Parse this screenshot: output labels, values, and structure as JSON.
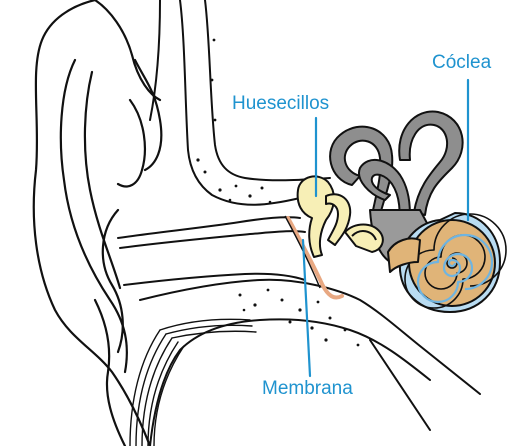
{
  "labels": {
    "cochlea": "Cóclea",
    "ossicles": "Huesecillos",
    "membrane": "Membrana"
  },
  "colors": {
    "label": "#1f93cf",
    "leader_line": "#1f93cf",
    "outline": "#111111",
    "canals": "#8e8e8e",
    "cochlea_fill": "#e0b478",
    "cochlea_tube": "#b9dcf2",
    "ossicles_fill": "#f7efb6",
    "membrane": "#e8a882"
  }
}
